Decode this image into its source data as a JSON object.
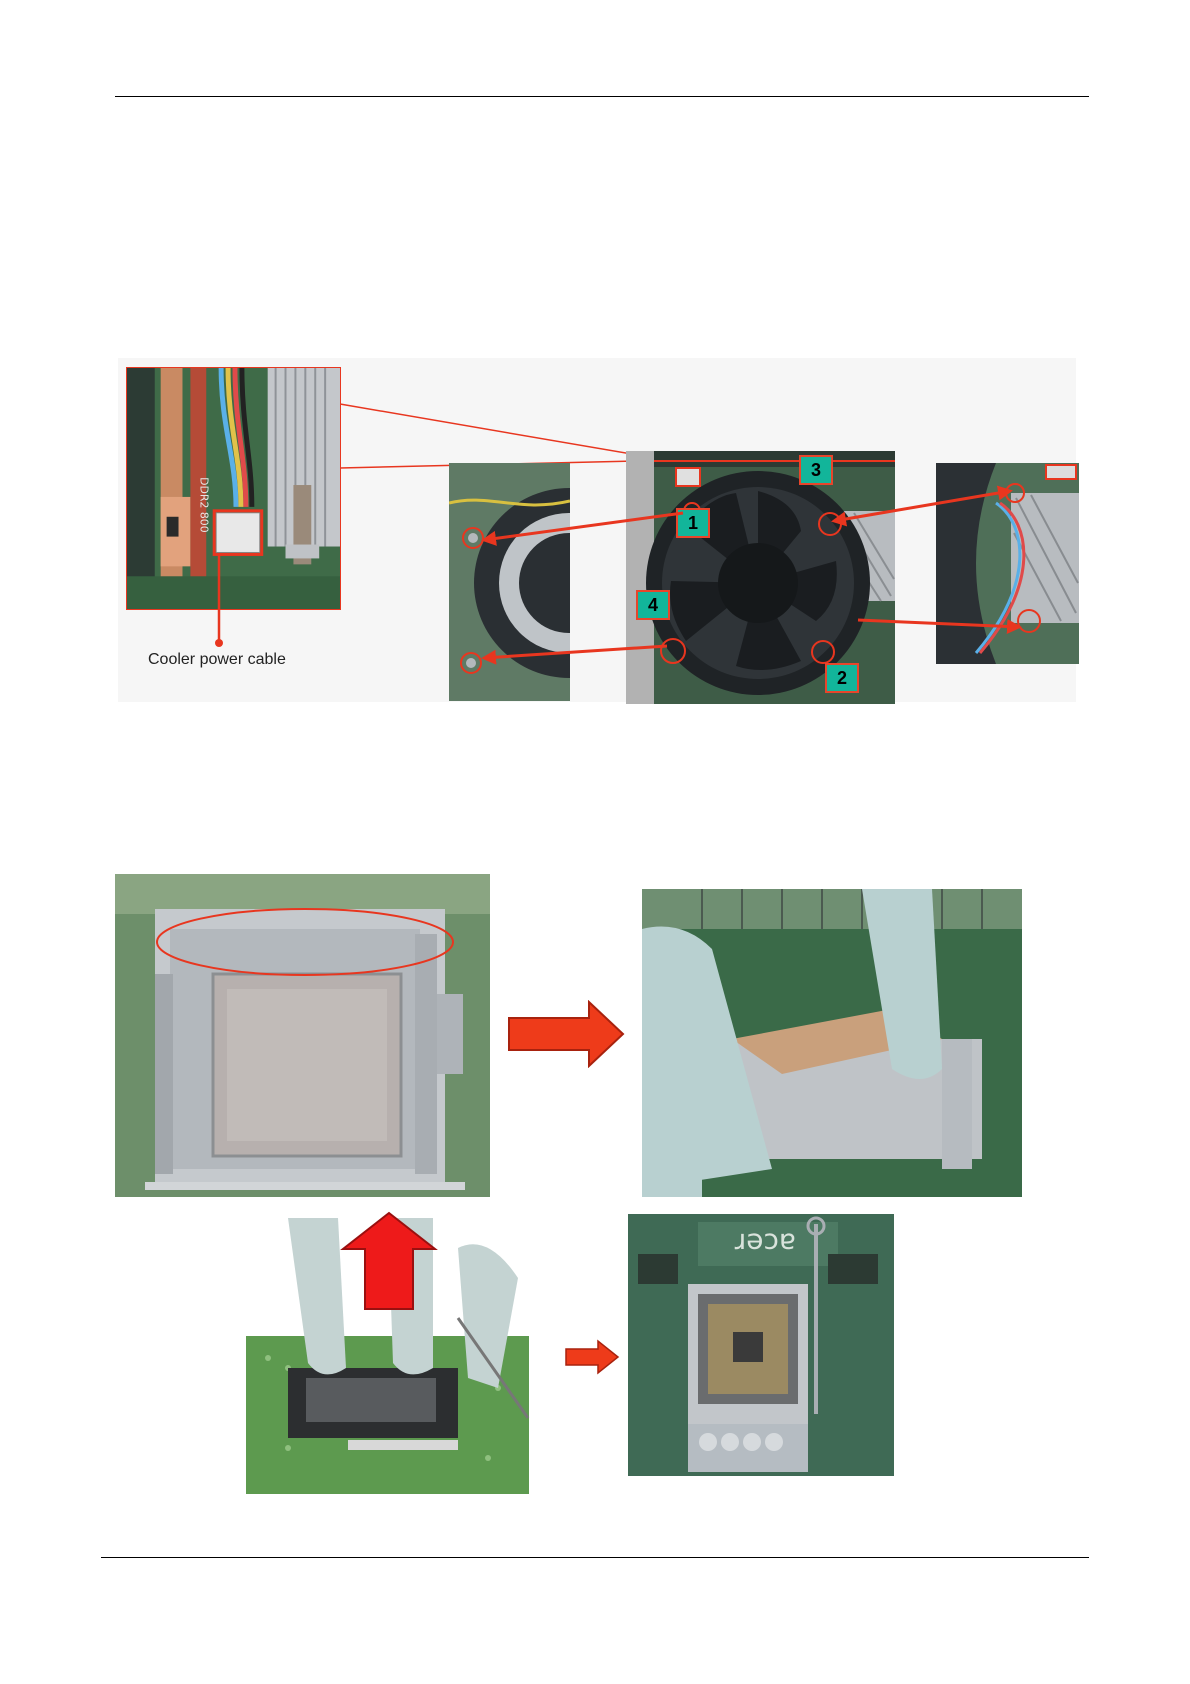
{
  "figure1": {
    "caption": "Cooler power cable",
    "screw_labels": [
      "1",
      "2",
      "3",
      "4"
    ],
    "socket_print": "DDR2 800"
  },
  "figure2": {
    "board_brand": "acer"
  },
  "colors": {
    "annotation_red": "#e8361f",
    "badge_teal": "#12b59a",
    "arrow_red": "#ee3b1a"
  }
}
